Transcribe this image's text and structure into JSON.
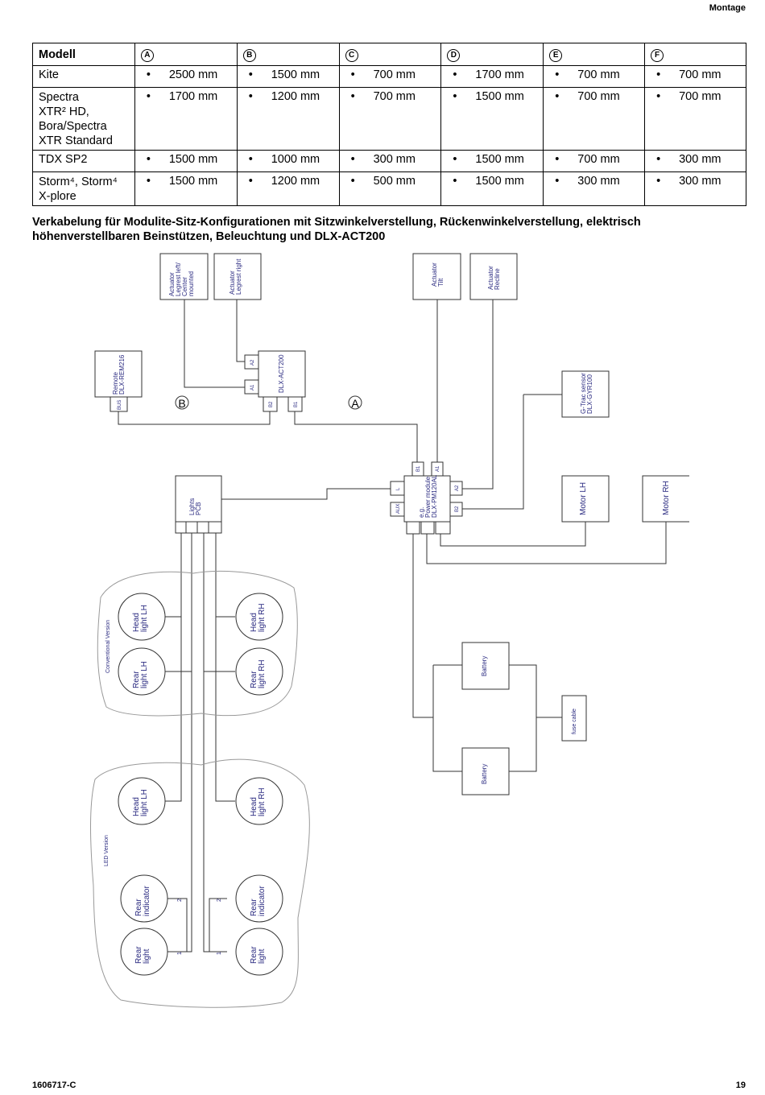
{
  "header": {
    "section": "Montage"
  },
  "table": {
    "headers": [
      "Modell",
      "A",
      "B",
      "C",
      "D",
      "E",
      "F"
    ],
    "rows": [
      {
        "model": "Kite",
        "values": [
          "2500 mm",
          "1500 mm",
          "700 mm",
          "1700 mm",
          "700 mm",
          "700 mm"
        ]
      },
      {
        "model_lines": [
          "Spectra",
          "XTR²  HD,",
          "Bora/Spectra",
          "XTR Standard"
        ],
        "values": [
          "1700 mm",
          "1200 mm",
          "700 mm",
          "1500 mm",
          "700 mm",
          "700 mm"
        ]
      },
      {
        "model": "TDX SP2",
        "values": [
          "1500 mm",
          "1000 mm",
          "300 mm",
          "1500 mm",
          "700 mm",
          "300 mm"
        ]
      },
      {
        "model_lines": [
          "Storm⁴, Storm⁴",
          "X-plore"
        ],
        "values": [
          "1500 mm",
          "1200 mm",
          "500 mm",
          "1500 mm",
          "300 mm",
          "300 mm"
        ]
      }
    ]
  },
  "caption": "Verkabelung für Modulite-Sitz-Konfigurationen mit Sitzwinkelverstellung, Rückenwinkelverstellung, elektrisch höhenverstellbaren Beinstützen, Beleuchtung und DLX-ACT200",
  "diagram": {
    "act_legrest_lc": [
      "Actuator",
      "Legrest left/",
      "Center",
      "mounted"
    ],
    "act_legrest_r": [
      "Actuator",
      "Legrest right"
    ],
    "act_tilt": [
      "Actuator",
      "Tilt"
    ],
    "act_recline": [
      "Actuator",
      "Recline"
    ],
    "remote": [
      "Remote",
      "DLX-REM216"
    ],
    "remote_bus": "BUS",
    "act200": "DLX-ACT200",
    "act200_ports": {
      "a2": "A2",
      "a1": "A1",
      "b2": "B2",
      "b1": "B1"
    },
    "label_a": "A",
    "label_b": "B",
    "gtrac": [
      "G-Trac sensor",
      "DLX-GYR100"
    ],
    "lights_pcb": [
      "Lights",
      "PCB"
    ],
    "power_module": [
      "e.g.",
      "Power module",
      "DLX-PM120AL"
    ],
    "pm_ports": {
      "l": "L",
      "aux": "AUX",
      "b1": "B1",
      "a1": "A1",
      "a2": "A2",
      "b2": "B2"
    },
    "motor_lh": "Motor LH",
    "motor_rh": "Motor RH",
    "battery": "Battery",
    "fuse": "fuse cable",
    "conventional_version": "Conventional Version",
    "led_version": "LED Version",
    "head_light_lh": [
      "Head",
      "light LH"
    ],
    "head_light_rh": [
      "Head",
      "light RH"
    ],
    "rear_light_lh": [
      "Rear",
      "light LH"
    ],
    "rear_light_rh": [
      "Rear",
      "light RH"
    ],
    "rear_indicator": [
      "Rear",
      "indicator"
    ],
    "rear_light": [
      "Rear",
      "light"
    ],
    "pin_2": "2",
    "pin_1": "1"
  },
  "footer": {
    "doc_number": "1606717-C",
    "page": "19"
  }
}
